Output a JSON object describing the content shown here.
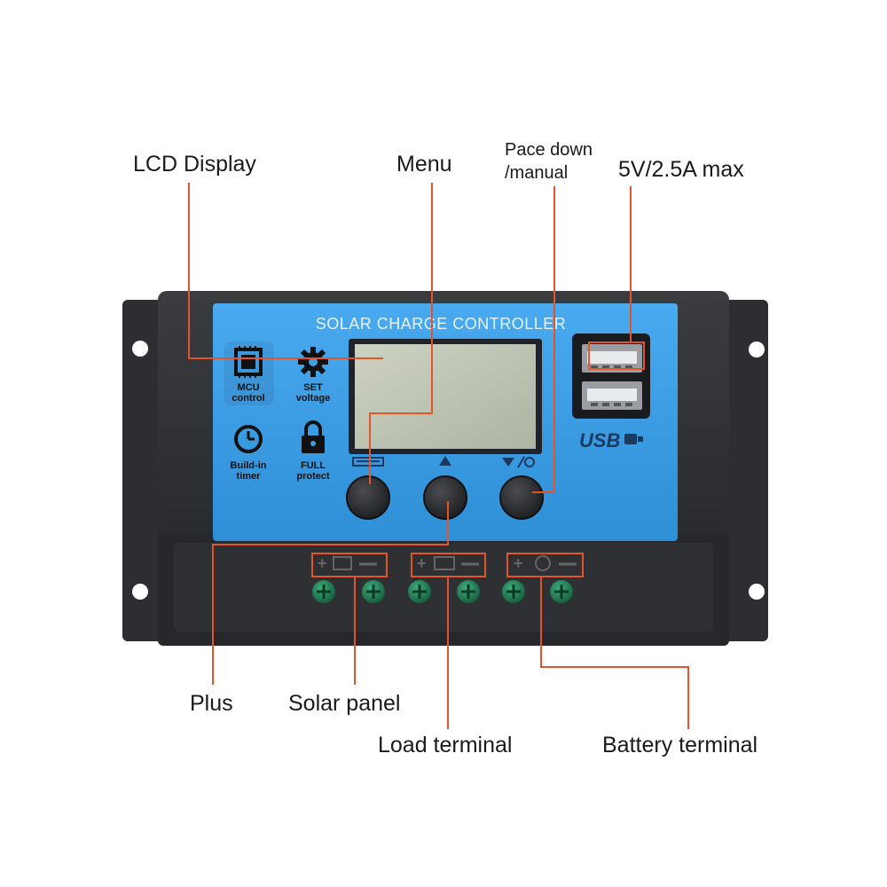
{
  "labels": {
    "lcd_display": "LCD Display",
    "menu": "Menu",
    "pace_down_line1": "Pace down",
    "pace_down_line2": "/manual",
    "usb_rating": "5V/2.5A max",
    "plus": "Plus",
    "solar_panel": "Solar panel",
    "load_terminal": "Load terminal",
    "battery_terminal": "Battery terminal"
  },
  "device": {
    "title": "SOLAR CHARGE CONTROLLER",
    "usb_logo": "USB",
    "features": [
      {
        "line1": "MCU",
        "line2": "control",
        "icon": "chip-icon"
      },
      {
        "line1": "SET",
        "line2": "voltage",
        "icon": "gear-icon"
      },
      {
        "line1": "Build-in",
        "line2": "timer",
        "icon": "clock-icon"
      },
      {
        "line1": "FULL",
        "line2": "protect",
        "icon": "lock-icon"
      }
    ]
  },
  "colors": {
    "leader_line": "#e2552b",
    "panel_blue": "#3d9fe3",
    "housing": "#2b2d30",
    "lcd": "#c3c8b8",
    "screw": "#1f7a52"
  }
}
